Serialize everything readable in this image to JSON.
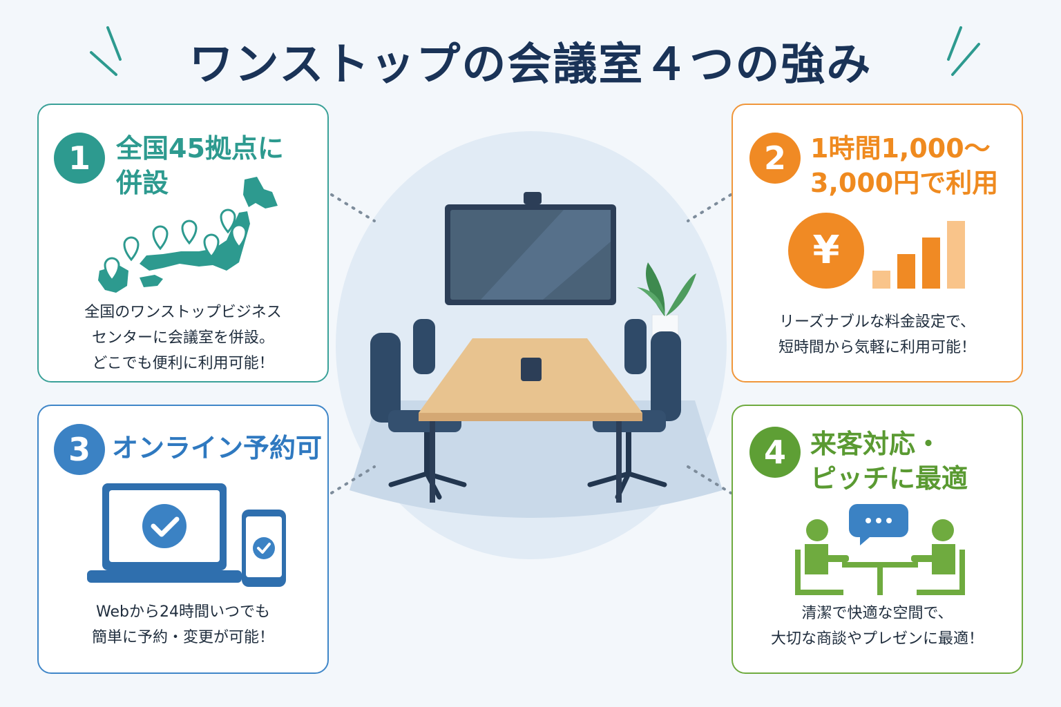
{
  "title": "ワンストップの会議室４つの強み",
  "cards": [
    {
      "number": "1",
      "heading_line1": "全国45拠点に",
      "heading_line2": "併設",
      "body_line1": "全国のワンストップビジネス",
      "body_line2": "センターに会議室を併設。",
      "body_line3": "どこでも便利に利用可能！",
      "icon": "japan-map-icon",
      "color": "#2d9a8f"
    },
    {
      "number": "2",
      "heading_line1": "1時間1,000～",
      "heading_line2": "3,000円で利用",
      "body_line1": "リーズナブルな料金設定で、",
      "body_line2": "短時間から気軽に利用可能！",
      "icon": "yen-coin-icon",
      "yen_symbol": "¥",
      "color": "#f08a24"
    },
    {
      "number": "3",
      "heading_line1": "オンライン予約可",
      "body_line1": "Webから24時間いつでも",
      "body_line2": "簡単に予約・変更が可能！",
      "icon": "laptop-phone-check-icon",
      "color": "#3b82c4"
    },
    {
      "number": "4",
      "heading_line1": "来客対応・",
      "heading_line2": "ピッチに最適",
      "body_line1": "清潔で快適な空間で、",
      "body_line2": "大切な商談やプレゼンに最適！",
      "icon": "meeting-people-icon",
      "color": "#5e9f35"
    }
  ]
}
